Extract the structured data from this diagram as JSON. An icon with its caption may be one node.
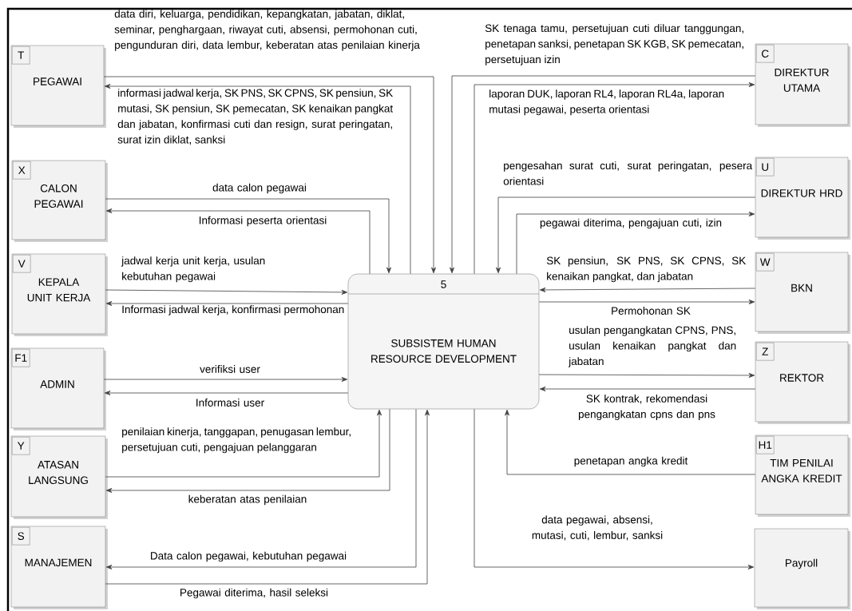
{
  "diagram": {
    "nodes": [
      {
        "text": [
          "T",
          "PEGAWAI"
        ]
      },
      {
        "text": [
          "C",
          "DIREKTUR UTAMA"
        ]
      },
      {
        "text": [
          "X",
          "CALON PEGAWAI"
        ]
      },
      {
        "text": [
          "U",
          "DIREKTUR HRD"
        ]
      },
      {
        "text": [
          "V",
          "KEPALA UNIT KERJA"
        ]
      },
      {
        "text": [
          "5",
          "SUBSISTEM HUMAN RESOURCE DEVELOPMENT"
        ]
      },
      {
        "text": [
          "W",
          "BKN"
        ]
      },
      {
        "text": [
          "F1",
          "ADMIN"
        ]
      },
      {
        "text": [
          "Z",
          "REKTOR"
        ]
      },
      {
        "text": [
          "Y",
          "ATASAN LANGSUNG"
        ]
      },
      {
        "text": [
          "H1",
          "TIM PENILAI ANGKA KREDIT"
        ]
      },
      {
        "text": [
          "S",
          "MANAJEMEN"
        ]
      },
      {
        "text": [
          "Payroll"
        ]
      }
    ],
    "edges": [
      {
        "from": 0,
        "to": 5,
        "arrow": "to",
        "label": "data diri, keluarga, pendidikan, kepangkatan, jabatan, diklat, seminar, penghargaan, riwayat cuti, absensi, permohonan cuti, pengunduran diri, data lembur, keberatan atas penilaian kinerja"
      },
      {
        "from": 5,
        "to": 0,
        "arrow": "to",
        "label": "informasi jadwal kerja, SK PNS, SK CPNS, SK pensiun, SK mutasi, SK pensiun, SK pemecatan, SK kenaikan pangkat dan jabatan, konfirmasi cuti dan resign,  surat peringatan, surat izin diklat, sanksi"
      },
      {
        "from": 2,
        "to": 5,
        "arrow": "to",
        "label": "data calon pegawai"
      },
      {
        "from": 5,
        "to": 2,
        "arrow": "to",
        "label": "Informasi peserta orientasi"
      },
      {
        "from": 4,
        "to": 5,
        "arrow": "to",
        "label": "jadwal kerja unit kerja, usulan kebutuhan pegawai"
      },
      {
        "from": 5,
        "to": 4,
        "arrow": "to",
        "label": "Informasi jadwal kerja, konfirmasi permohonan"
      },
      {
        "from": 7,
        "to": 5,
        "arrow": "to",
        "label": "verifiksi user"
      },
      {
        "from": 5,
        "to": 7,
        "arrow": "to",
        "label": "Informasi user"
      },
      {
        "from": 9,
        "to": 5,
        "arrow": "to",
        "label": "penilaian kinerja, tanggapan, penugasan lembur, persetujuan cuti, pengajuan pelanggaran"
      },
      {
        "from": 5,
        "to": 9,
        "arrow": "to",
        "label": "keberatan atas penilaian"
      },
      {
        "from": 5,
        "to": 11,
        "arrow": "to",
        "label": "Data calon pegawai, kebutuhan pegawai"
      },
      {
        "from": 11,
        "to": 5,
        "arrow": "to",
        "label": "Pegawai diterima, hasil seleksi"
      },
      {
        "from": 1,
        "to": 5,
        "arrow": "to",
        "label": "SK tenaga tamu, persetujuan cuti diluar tanggungan, penetapan sanksi, penetapan SK KGB, SK pemecatan, persetujuan izin"
      },
      {
        "from": 5,
        "to": 1,
        "arrow": "to",
        "label": "laporan DUK, laporan RL4, laporan RL4a, laporan mutasi pegawai, peserta orientasi"
      },
      {
        "from": 3,
        "to": 5,
        "arrow": "to",
        "label": "pengesahan surat cuti, surat peringatan, pesera orientasi"
      },
      {
        "from": 5,
        "to": 3,
        "arrow": "to",
        "label": "pegawai diterima, pengajuan cuti, izin"
      },
      {
        "from": 6,
        "to": 5,
        "arrow": "to",
        "label": "SK pensiun, SK PNS, SK CPNS, SK kenaikan pangkat, dan jabatan"
      },
      {
        "from": 5,
        "to": 6,
        "arrow": "to",
        "label": "Permohonan SK"
      },
      {
        "from": 5,
        "to": 8,
        "arrow": "to",
        "label": "usulan pengangkatan CPNS, PNS, usulan kenaikan pangkat dan jabatan"
      },
      {
        "from": 8,
        "to": 5,
        "arrow": "to",
        "label": "SK kontrak, rekomendasi pengangkatan cpns dan pns"
      },
      {
        "from": 10,
        "to": 5,
        "arrow": "to",
        "label": "penetapan angka kredit"
      },
      {
        "from": 5,
        "to": 12,
        "arrow": "to",
        "label": "data pegawai, absensi, mutasi, cuti, lembur, sanksi"
      }
    ]
  }
}
